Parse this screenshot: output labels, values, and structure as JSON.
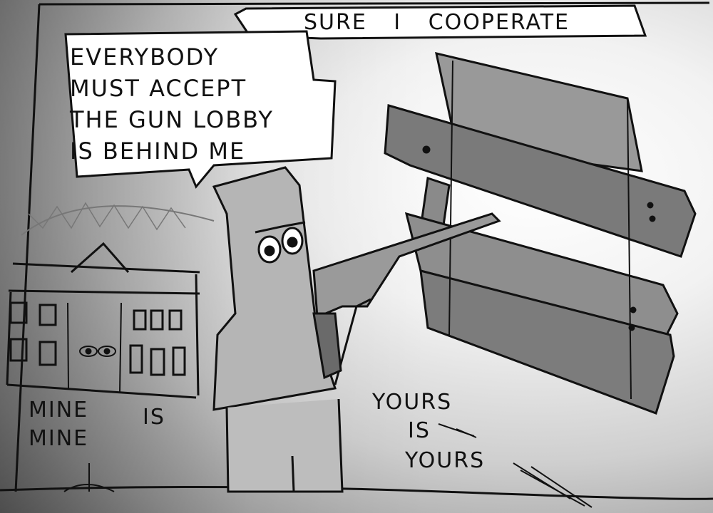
{
  "caption": {
    "text": "SURE I COOPERATE"
  },
  "speech_bubble": {
    "lines": [
      "EVERYBODY",
      "MUST ACCEPT",
      "THE GUN LOBBY",
      "IS BEHIND ME"
    ]
  },
  "left_text": {
    "mine_top": "MINE",
    "is": "IS",
    "mine_bottom": "MINE"
  },
  "right_text": {
    "yours_top": "YOURS",
    "is": "IS",
    "yours_bottom": "YOURS"
  },
  "colors": {
    "ink": "#111111",
    "paper": "#f2f2f2",
    "shade": "#8c8c8c"
  }
}
